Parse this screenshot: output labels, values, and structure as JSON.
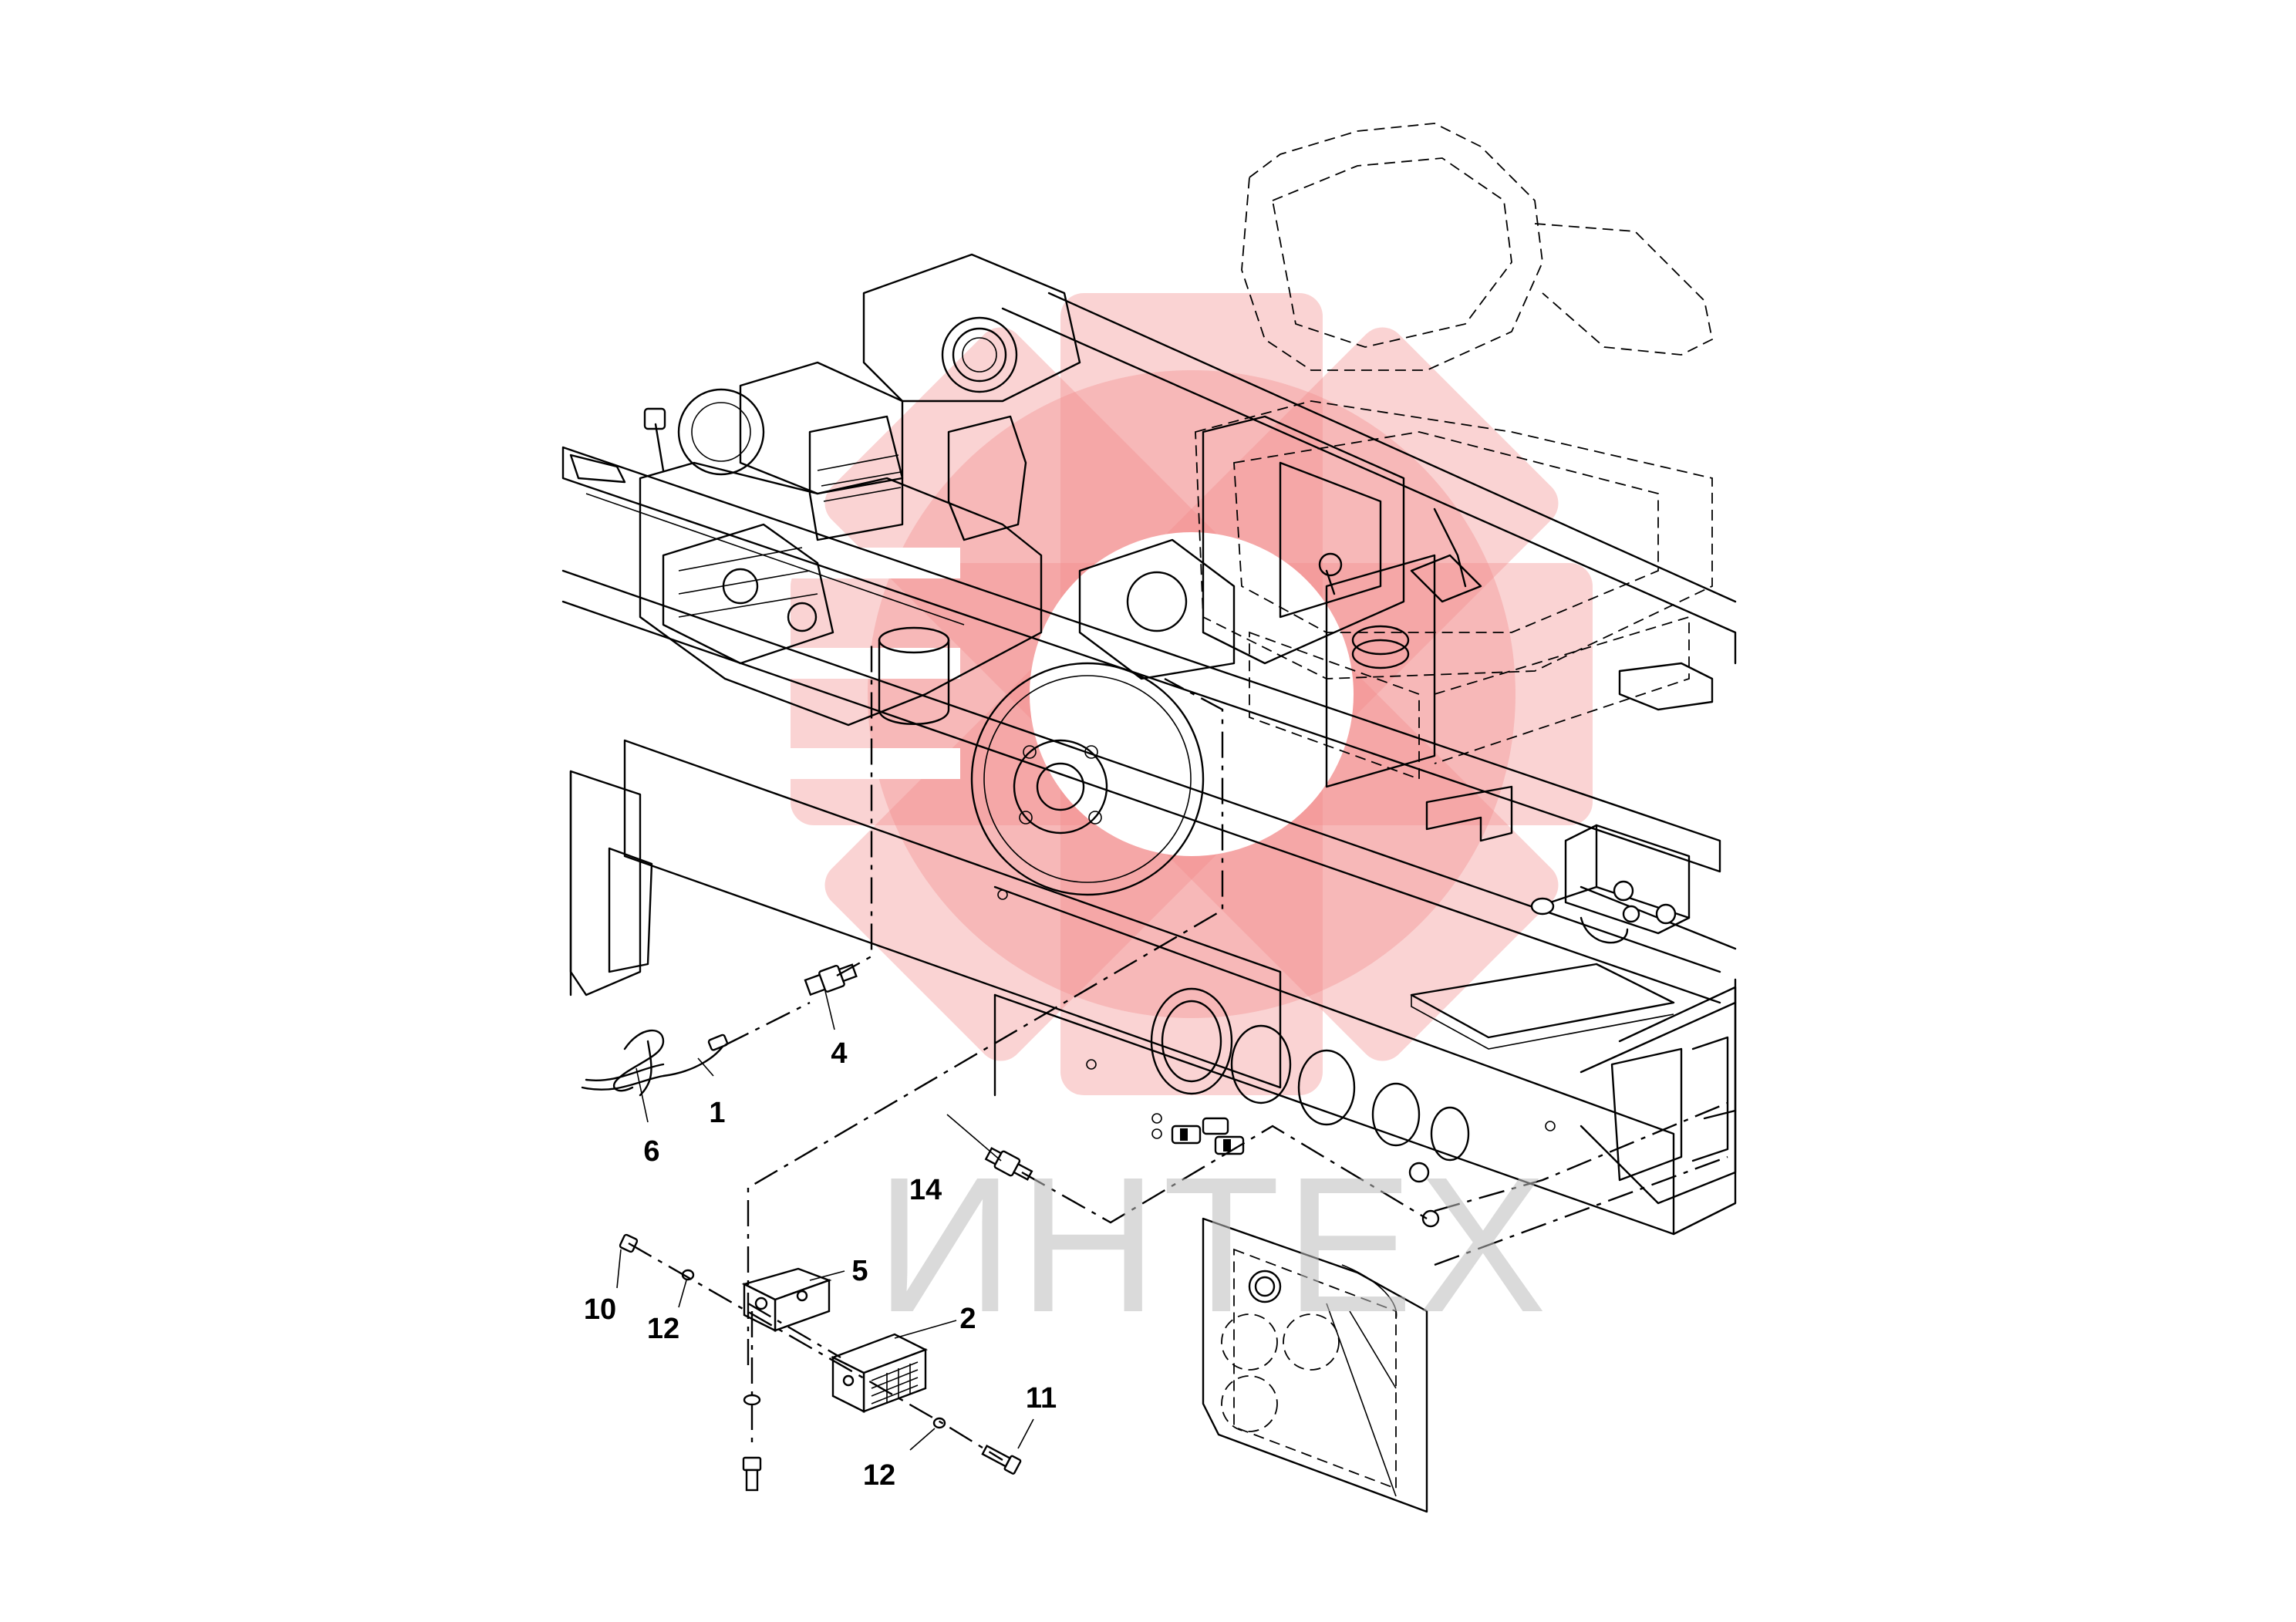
{
  "diagram": {
    "watermark_text": "ИНТЕХ",
    "callouts": [
      {
        "id": "c1",
        "label": "1"
      },
      {
        "id": "c2",
        "label": "2"
      },
      {
        "id": "c4",
        "label": "4"
      },
      {
        "id": "c5",
        "label": "5"
      },
      {
        "id": "c6",
        "label": "6"
      },
      {
        "id": "c10",
        "label": "10"
      },
      {
        "id": "c11",
        "label": "11"
      },
      {
        "id": "c12a",
        "label": "12"
      },
      {
        "id": "c12b",
        "label": "12"
      },
      {
        "id": "c14",
        "label": "14"
      }
    ],
    "colors": {
      "line": "#000000",
      "watermark_gear": "#f28b8b",
      "watermark_text": "#bdbdbd"
    }
  }
}
